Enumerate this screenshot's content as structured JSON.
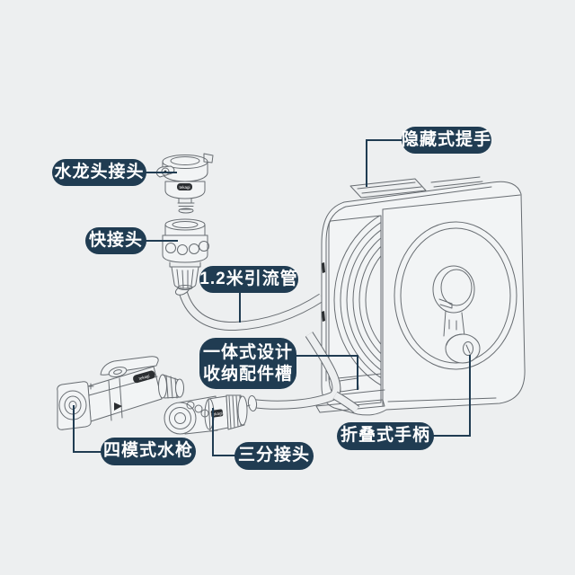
{
  "page": {
    "type": "product-feature-diagram",
    "subject": "garden hose reel with labeled accessories"
  },
  "product_callouts": {
    "faucet_connector": "水龙头接头",
    "quick_connector": "快接头",
    "inlet_hose": "1.2米引流管",
    "hidden_handle": "隐藏式提手",
    "storage_slot_line1": "一体式设计",
    "storage_slot_line2": "收纳配件槽",
    "spray_gun": "四模式水枪",
    "three_way_connector": "三分接头",
    "folding_handle": "折叠式手柄"
  },
  "brand_badge": "tekagi",
  "colors": {
    "background": "#edeff0",
    "part_fill": "#f2f4f5",
    "line_art": "#686d72",
    "dark_detail": "#2b2e31",
    "label_bg": "#203c52",
    "label_text": "#ffffff"
  }
}
